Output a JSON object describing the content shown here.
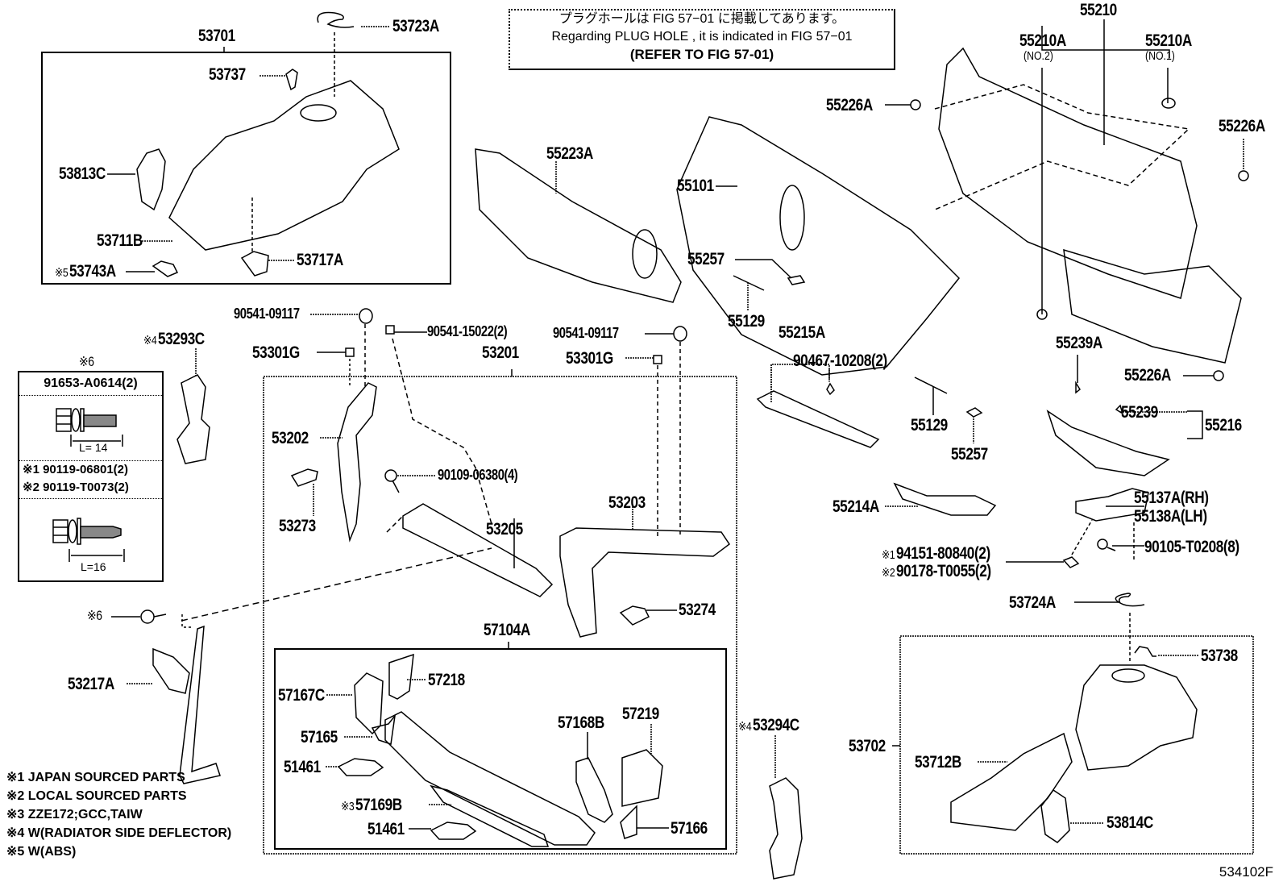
{
  "figure_id": "534102F",
  "note": {
    "line_jp": "プラグホールは FIG 57−01 に掲載してあります。",
    "line_en": "Regarding  PLUG  HOLE , it is indicated in FIG 57−01",
    "line_ref": "(REFER TO FIG 57-01)"
  },
  "legend": [
    {
      "mark": "※1",
      "text": "JAPAN SOURCED PARTS"
    },
    {
      "mark": "※2",
      "text": "LOCAL SOURCED PARTS"
    },
    {
      "mark": "※3",
      "text": "ZZE172;GCC,TAIW"
    },
    {
      "mark": "※4",
      "text": "W(RADIATOR SIDE DEFLECTOR)"
    },
    {
      "mark": "※5",
      "text": "W(ABS)"
    }
  ],
  "bolt_table": {
    "title": "※6",
    "part_a": "91653-A0614(2)",
    "length_a": "L= 14",
    "part_b1": "※1 90119-06801(2)",
    "part_b2": "※2 90119-T0073(2)",
    "length_b": "L=16"
  },
  "groups": {
    "g53701": "53701",
    "g53201": "53201",
    "g57104A": "57104A",
    "g53702": "53702",
    "g55210": "55210",
    "g55215A": "55215A",
    "g55216": "55216"
  },
  "labels": {
    "p53723A": "53723A",
    "p53737": "53737",
    "p53813C": "53813C",
    "p53711B": "53711B",
    "p53743A_mark": "※5",
    "p53743A": "53743A",
    "p53717A": "53717A",
    "p55223A": "55223A",
    "p55101": "55101",
    "p55257a": "55257",
    "p55129a": "55129",
    "p55210A_no2": "55210A",
    "p55210A_no2_sub": "(NO.2)",
    "p55210A_no1": "55210A",
    "p55210A_no1_sub": "(NO.1)",
    "p55226A_a": "55226A",
    "p55226A_b": "55226A",
    "p55226A_c": "55226A",
    "p90467": "90467-10208(2)",
    "p55129b": "55129",
    "p55257b": "55257",
    "p55239A": "55239A",
    "p55239": "55239",
    "p55214A": "55214A",
    "p55137A": "55137A(RH)",
    "p55138A": "55138A(LH)",
    "p94151_mark": "※1",
    "p94151": "94151-80840(2)",
    "p90178_mark": "※2",
    "p90178": "90178-T0055(2)",
    "p90105": "90105-T0208(8)",
    "p53724A": "53724A",
    "p53738": "53738",
    "p53712B": "53712B",
    "p53814C": "53814C",
    "p53294C_mark": "※4",
    "p53294C": "53294C",
    "p53293C_mark": "※4",
    "p53293C": "53293C",
    "p90541_a": "90541-09117",
    "p53301G_a": "53301G",
    "p90541_15022": "90541-15022(2)",
    "p90541_b": "90541-09117",
    "p53301G_b": "53301G",
    "p53202": "53202",
    "p90109": "90109-06380(4)",
    "p53273": "53273",
    "p53205": "53205",
    "p53203": "53203",
    "p53274": "53274",
    "p6_mark": "※6",
    "p53217A": "53217A",
    "p57167C": "57167C",
    "p57218": "57218",
    "p57165": "57165",
    "p51461a": "51461",
    "p57169B_mark": "※3",
    "p57169B": "57169B",
    "p51461b": "51461",
    "p57168B": "57168B",
    "p57219": "57219",
    "p57166": "57166"
  }
}
